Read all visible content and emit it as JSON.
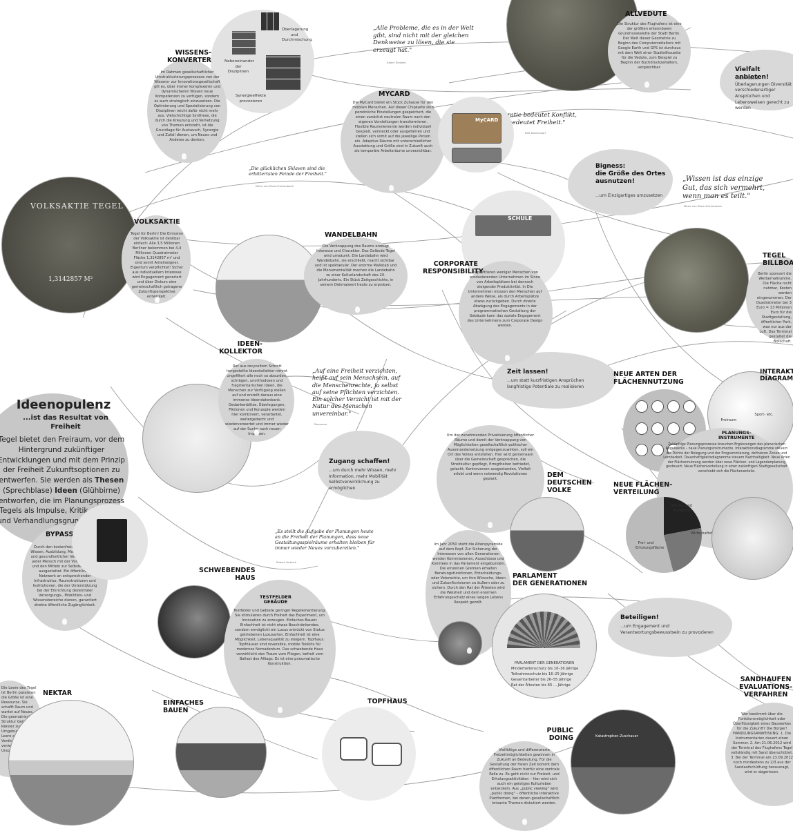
{
  "nodes": {
    "allvedute": {
      "title": "ALLVEDUTE",
      "text": "Die Struktur des Flughafens ist eine der größten erkennbaren Grundrissskelette der Stadt Berlin. Der Welt dieser Geometrie zu Beginn des Computerzeitalters mit Google Earth und GPS ist durchaus mit dem Welt einer Stadtsilhouette für die Vedute, zum Beispiel zu Beginn der Buchdruckzeitalters, vergleichbar."
    },
    "wissenskonverter": {
      "title": "WISSENS-\nKONVERTER",
      "text": "Im Rahmen gesellschaftlicher Umstrukturierungsprozesse von der Wissens- zur Innovationsgesellschaft gilt es, über immer komplexeren und dynamischeren Wissen neue Kompetenzen zu verfügen, sondern es auch strategisch einzusetzen. Die Optimierung und Spezialisierung von Disziplinen reicht dafür nicht mehr aus. Vielschichtige Synthese, die durch die Kreuzung und Vernetzung von Themen entsteht, ist die Grundlage für Austausch, Synergie und Zufall dienen, um Neues und Anderes zu denken.",
      "label_overlap": "Überlagerung und Durchmischung",
      "label_side": "Nebeneinander der Disziplinen",
      "label_synergy": "Synergieeffekte provozieren"
    },
    "mycard": {
      "title": "MYCARD",
      "text": "Die MyCard bietet ein Stück Zuhause für den mobilen Menschen. Auf dieser Chipkarte sind persönliche Einstellungen gespeichert, die einen zunächst neutralen Raum nach den eigenen Vorstellungen transformieren. Flexible Raumelemente werden individuell bespielt, versteckt oder ausgefahren und stellen sich somit auf die jeweilige Person ein. Adaptive Räume mit unterschiedlicher Ausstattung und Größe sind in Zukunft auch als temporäre Arbeitsräume unverzichtbar.",
      "card_label": "MyCARD"
    },
    "volksaktie": {
      "title": "VOLKSAKTIE",
      "text": "Tegel für Berlin! Die Emission der Volksaktie ist denkbar einfach: Alle 3,5 Millionen Berliner bekommen bei 4,4 Millionen Quadratmeter Fläche 1,3142857 m² und sind somit Anteilseigner. Eigentum verpflichtet! Sicher aus individuellem Interesse wird Engagement generiert und über Diskurs eine gemeinschaftlich getragene Zukunftsperspektive entwickelt.",
      "sign": "VOLKSAKTIE TEGEL",
      "area": "1,3142857 M²"
    },
    "wandelbahn": {
      "title": "WANDELBAHN",
      "text": "Die Verknappung des Raums erzeugt Interesse und Charakter. Das Gelände Tegel wird umsäumt: Die Landebahn wird Wandelbahn, sie erschließt, macht sichtbar und ist spektakulär. Der enorme Maßstab und die Monumentalität machen die Landebahn zu einer Kulturlandschaft des 20. Jahrhunderts. Ein Stück Zeitgeschichte, in seinem Dekmalwert heute zu erproben."
    },
    "corporate": {
      "title": "CORPORATE\nRESPONSIBILITY",
      "text": "Es profitieren weniger Menschen von produzierenden Unternehmen im Sinne von Arbeitsplätzen bei dennoch steigender Produktivität. In Die Unternehmen müssen den Menschen auf andere Weise, als durch Arbeitsplätze etwas zurückgeben. Durch direkte Abwägung des Engagements in der programmatischen Gestaltung der Gebäude kann das soziale Engagement des Unternehmens zum Corporate Design werden.",
      "sign": "SCHULE"
    },
    "tegel_billboard": {
      "title": "TEGEL\nBILLBOARD",
      "text": "Berlin sponsert die Werbemaßnahme. Die Fläche nicht nutzbar, Kosten werden eingenommen. Der Quadratmeter bei 3 Euro = 13 Millionen Euro für die Stadtgestaltung, öffentlicher Park, was nur aus der Luft. Das Terminal gestaltet die Botschaft."
    },
    "ideenkollektor": {
      "title": "IDEEN-\nKOLLEKTOR",
      "text": "Der aus recyceltem Schrott hergestellte Ideenkollektor nimmt ungefiltert alle noch so absurden, schrägen, unorthodoxen und fragmentarischen Ideen, die Menschen zur Verfügung stellen auf und erstellt daraus eine immense Ideendatenbank. Gedankenblitze, Überlegungen, Fiktionen und Konzepte werden hier kombiniert, verarbeitet, weitergedacht und wiederverwertet und immer wieder auf der Suche nach neuen Impulsen."
    },
    "deutschen_volke": {
      "title": "DEM\nDEUTSCHEN\nVOLKE",
      "text": "Um der zunehmenden Privatisierung öffentlicher Räume und damit der Verknappung von Möglichkeiten gesellschaftlich-politischer Auseinandersetzung entgegenzuwirken, soll ein Ort des Volkes entstehen. Hier wird gemeinsam über die Gemeinschaft gesprochen, die Streitkultur gepflegt, Erregtheiten befriedet, gelacht, Kontroversen ausgestanden, Vielfalt erlebt und wenn notwendig Revolutionen geplant."
    },
    "flaechennutzung": {
      "title": "NEUE ARTEN DER\nFLÄCHENNUTZUNG"
    },
    "flaechenverteilung": {
      "title": "NEUE FLÄCHEN-\nVERTEILUNG",
      "pie_labels": [
        "Wachs- und Testgebiet",
        "Wirtschaftsfläche",
        "Frei- und Erholungsfläche"
      ]
    },
    "planungsinstrumente": {
      "title": "PLANUNGS-\nINSTRUMENTE",
      "text": "Zukünftige Planungsprozesse brauchen Ergänzungen des planerischen Regelwerks – neue Planungsinstrumente. Interaktionsdiagramme steuern die Dichte der Belegung und der Programmierung, definieren Zonen und Lernbarkeit. Dauerhaftigkeitsdiagramme steuern Nachhaltigkeit. Neue Arten der Flächennutzung werden über neue Flächen- und Legendenplanung gesteuert. Neue Flächenverteilung in einer zukünftigen Stadtgesellschaft verschiebt sich die Flächenanteile."
    },
    "interaktion": {
      "title": "INTERAKTIONS-\nDIAGRAMM",
      "label_a": "Freiraum",
      "label_b": "Sport- etc."
    },
    "bypass": {
      "title": "BYPASS",
      "text": "Durch den kostenfreien Zugang zu Wissen, Ausbildung, Mobilität, Energie und gesundheitlicher Versorgung wird jeder Mensch mit der Voraussetzung und den Mitteln zur Selbstentfaltung ausgestattet. Ein öffentliches Netzwerk an entsprechender Infrastruktur, Raumstrukturen und Institutionen, die der Unterstützung bei der Einrichtung dezentraler Versorgungs-, Mobilitäts- und Wissensbereiche dienen, garantiert direkte öffentliche Zugänglichkeit."
    },
    "schwebendes": {
      "title": "SCHWEBENDES\nHAUS"
    },
    "testfelder": {
      "title": "TESTFELDER\nGEBÄUDE",
      "text": "Testfelder und Gebiete geringer Regelementierung: Sie stimulieren durch Freiheit das Experiment, um Innovation zu erzeugen. Einfaches Bauen: Einfachheit ist nicht etwas Beschränkendes, sondern ermöglicht ein Luxus entrückt von Status getriebenen Luxusarten. Einfachheit ist eine Möglichkeit, Lebensqualität zu steigern. Topfhaus: Topfhäuser sind reversible, mobile Toolkits für modernes Nomadentum. Das schwebende Haus verwirklicht den Traum vom Fliegen, befreit vom Ballast des Alltags. Es ist eine pneumatische Konstruktion."
    },
    "einfaches": {
      "title": "EINFACHES\nBAUEN"
    },
    "topfhaus": {
      "title": "TOPFHAUS"
    },
    "nektar": {
      "title": "NEKTAR",
      "text": "Die Leere des Tegel ist Berlin passieren die Größe ist eine Ressource. Sie schafft Raum und wartet auf Neues. Die geomatrische Struktur Gebiet und Ränder zum Umgebung. Die Leere als Verdichtung, verweisen auf Ursprung."
    },
    "parlament": {
      "title": "PARLAMENT\nDER GENERATIONEN",
      "text": "Im Jahr 2050 steht die Alterspyramide auf dem Kopf. Zur Sicherung der Interessen von allen Generationen werden Kommissionen, Ausschüsse und Komitees in das Parlament eingebunden. Die einzelnen Gremien erhalten Beratungsfunktionen, Entscheidungs- oder Vetorechte, um ihre Wünsche, Ideen und Zukunftsvisionen zu äußern oder zu sichern. Durch den Rat der Ältesten wird die Weisheit und dem enormen Erfahrungsschatz eines langen Lebens Respekt gezollt.",
      "legend_title": "PARLAMENT DER GENERATIONEN",
      "legend": [
        "Minderheitenschutz bis 10–16 Jährige",
        "Teilnahmeschutz bis 16–25 Jährige",
        "Gesamtarbeiter bis 26–55 Jährige",
        "Rat der Ältesten bis 65 ... Jährige"
      ]
    },
    "public_doing": {
      "title": "PUBLIC\nDOING",
      "text": "Vielfältige und differenzierte Freizeitmöglichkeiten gewinnen in Zukunft an Bedeutung. Für die Gestaltung der freien Zeit kommt dem öffentlichen Raum hierfür eine zentrale Rolle zu. Es geht nicht nur Freizeit- und Erholungsaktivitäten – hier wird sich auch ein geistiges Kulturleben entwickeln. Aus „public viewing\" wird „public doing\" – öffentliche interaktive Plattformen, bei denen gesellschaftlich brisante Themen diskutiert werden.",
      "screen": "Katastrophen-Zuschauer"
    },
    "sandhaufen": {
      "title": "SANDHAUFEN\nEVALUATIONS-\nVERFAHREN",
      "text": "Wer bestimmt über die Funktionsmöglichkeit oder Überflüssigkeit eines Bauwerkes für die Zukunft? Die Bürger! HANDLUNGSANWEISUNG: 1. Die Instrumentarien dauert einen Sommer. 2. Am 21.06.2012 wird der Terminal des Flughafens Tegel vollständig mit Sand überschüttet. 3. Bei der Terminal am 23.09.2012 noch mindestens zu 2/3 aus der Sandaufschüttung herausragt, wird er abgerissen."
    }
  },
  "clouds": {
    "vielfalt": {
      "title": "Vielfalt anbieten!",
      "text": "...um durch Überlagerungen Diversität verschiedenartiger Ansprüchen und Lebensweisen gerecht zu werden"
    },
    "bigness": {
      "title": "Bigness:\ndie Größe des Ortes\nausnutzen!",
      "text": "...um Einzigartiges umzusetzen"
    },
    "zeit": {
      "title": "Zeit lassen!",
      "text": "...um statt kurzfristigen Ansprüchen langfristige Potentiale zu realisieren"
    },
    "zugang": {
      "title": "Zugang schaffen!",
      "text": "...um durch mehr Wissen, mehr Information, mehr Mobilität Selbstverwirklichung zu ermöglichen"
    },
    "beteiligen": {
      "title": "Beteiligen!",
      "text": "...um Engagement und Verantwortungsbewusstsein zu provozieren"
    }
  },
  "quotes": {
    "q1": {
      "text": "„Alle Probleme, die es in der Welt gibt, sind nicht mit der gleichen Denkweise zu lösen, die sie erzeugt hat.\"",
      "author": "Albert Einstein"
    },
    "q2": {
      "text": "„Demokratie bedeutet Konflikt, Konflikt bedeutet Freiheit.\"",
      "author": "Ralf Dahrendorf"
    },
    "q3": {
      "text": "„Wissen ist das einzige Gut, das sich vermehrt, wenn man es teilt.\"",
      "author": "Marie von Ebner-Eschenbach"
    },
    "q4": {
      "text": "„Die glücklichen Sklaven sind die erbittertsten Feinde der Freiheit.\"",
      "author": "Marie von Ebner-Eschenbach"
    },
    "q5": {
      "text": "„Auf eine Freiheit verzichten, heißt auf sein Menschsein, auf die Menschenrechte, ja selbst auf seine Pflichten verzichten. Ein solcher Verzicht ist mit der Natur des Menschen unvereinbar.\"",
      "author": "Rousseau"
    },
    "q6": {
      "text": "„Es stellt die Aufgabe der Planungen heute an die Freiheit der Planungen, dass neue Gestaltungsspielräume erhalten bleiben für immer wieder Neues vorzubereiten.\"",
      "author": "Robert Vorbach"
    }
  },
  "ideenopulenz": {
    "title": "Ideenopulenz",
    "subtitle": "...ist das Resultat von\nFreiheit",
    "text_parts": [
      "Tegel bietet den Freiraum, vor dem Hintergrund zukünftiger Entwicklungen und mit dem Prinzip der Freiheit Zukunftsoptionen zu entwerfen. Sie werden als ",
      "Thesen",
      " (Sprechblase) ",
      "Ideen",
      " (Glühbirne) entworfen, die im Planungsprozess Tegels als Impulse, Kritik, Irritation und Verhandlungsgrundlage dienen sollen."
    ]
  },
  "colors": {
    "node_fill": "#d4d4d4",
    "cloud_fill": "#d9d9d9",
    "line": "#9a9a9a",
    "text": "#222222"
  }
}
